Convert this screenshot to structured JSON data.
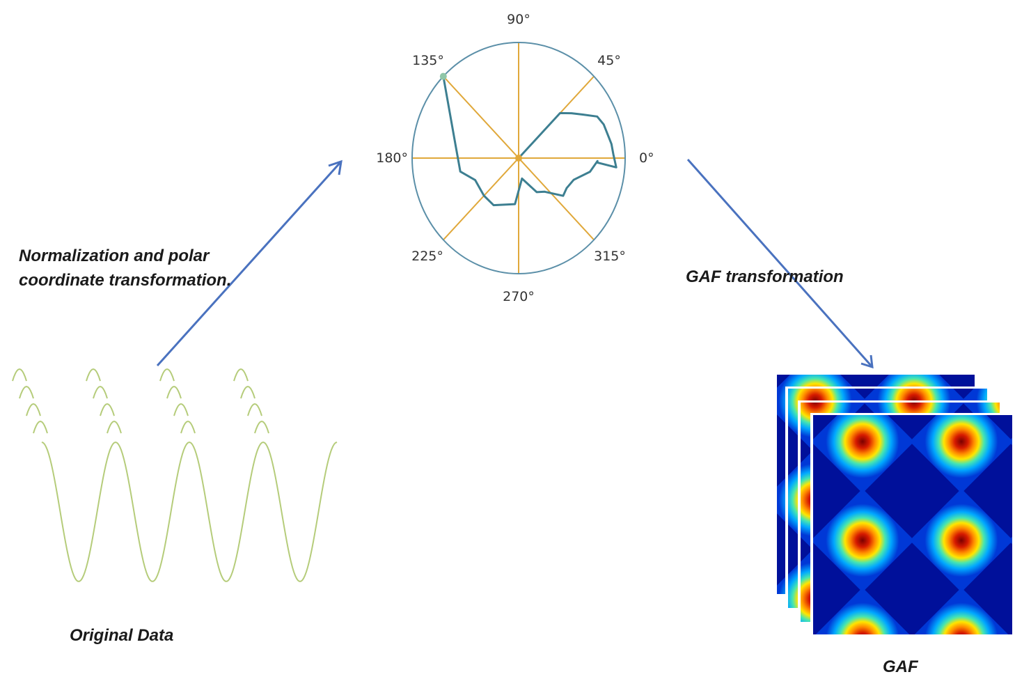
{
  "labels": {
    "normalization_line1": "Normalization and polar",
    "normalization_line2": "coordinate transformation.",
    "gaf_transformation": "GAF transformation",
    "original_data": "Original Data",
    "gaf": "GAF"
  },
  "polar": {
    "angle_labels": [
      "0°",
      "45°",
      "90°",
      "135°",
      "180°",
      "225°",
      "270°",
      "315°"
    ],
    "trace": [
      [
        45,
        0.55
      ],
      [
        38,
        0.63
      ],
      [
        32,
        0.71
      ],
      [
        26,
        0.82
      ],
      [
        20,
        0.85
      ],
      [
        8,
        0.88
      ],
      [
        2,
        0.89
      ],
      [
        -5,
        0.92
      ],
      [
        -3,
        0.74
      ],
      [
        -2,
        0.74
      ],
      [
        -10,
        0.68
      ],
      [
        -20,
        0.55
      ],
      [
        -30,
        0.52
      ],
      [
        -38,
        0.53
      ],
      [
        -50,
        0.38
      ],
      [
        -60,
        0.34
      ],
      [
        -80,
        0.18
      ],
      [
        -95,
        0.4
      ],
      [
        -120,
        0.47
      ],
      [
        -135,
        0.46
      ],
      [
        -155,
        0.45
      ],
      [
        -168,
        0.56
      ],
      [
        170,
        0.6
      ],
      [
        135,
        1.0
      ]
    ]
  },
  "colors": {
    "arrow": "#4a72bf",
    "sine": "#b5cc7a",
    "polar_circle": "#5b8fa8",
    "polar_spokes": "#e0a83a",
    "polar_trace": "#3d7f91"
  }
}
